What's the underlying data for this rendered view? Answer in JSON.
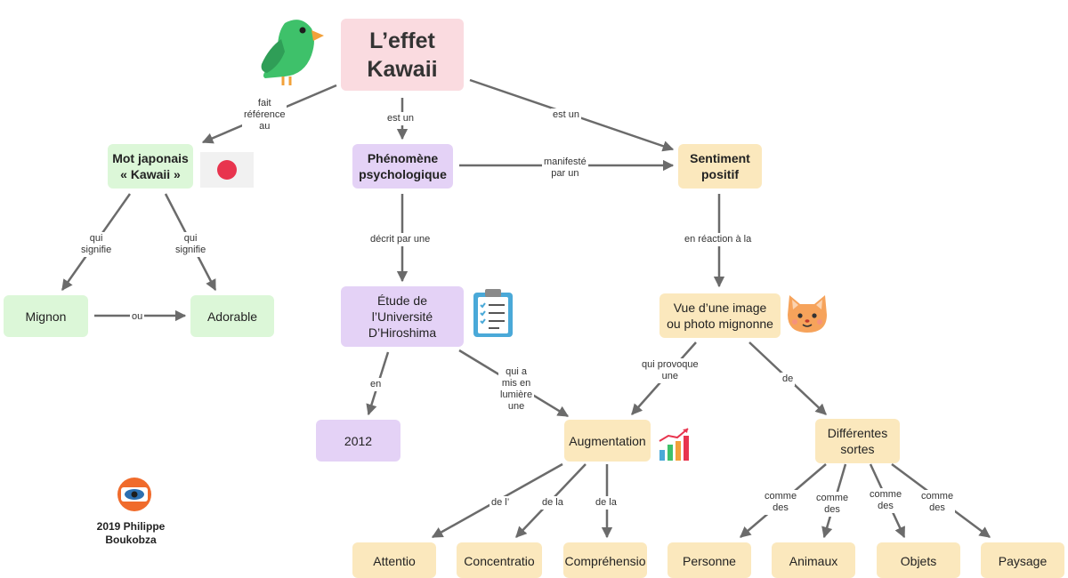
{
  "nodes": {
    "kawaii_title": "L’effet\nKawaii",
    "mot_japonais": "Mot japonais\n« Kawaii »",
    "phenomene": "Phénomène\npsychologique",
    "sentiment": "Sentiment\npositif",
    "mignon": "Mignon",
    "adorable": "Adorable",
    "etude": "Étude de\nl’Université\nD’Hiroshima",
    "vue_image": "Vue d’une image\nou photo mignonne",
    "annee": "2012",
    "augmentation": "Augmentation",
    "differentes": "Différentes\nsortes",
    "attention": "Attentio",
    "concentration": "Concentratio",
    "comprehension": "Compréhensio",
    "personnes": "Personne",
    "animaux": "Animaux",
    "objets": "Objets",
    "paysages": "Paysage"
  },
  "edge_labels": {
    "fait_reference": "fait\nréférence\nau",
    "est_un_1": "est un",
    "est_un_2": "est un",
    "manifeste": "manifesté\npar un",
    "qui_signifie_1": "qui\nsignifie",
    "qui_signifie_2": "qui\nsignifie",
    "ou": "ou",
    "decrit": "décrit par une",
    "en_reaction": "en réaction à la",
    "en": "en",
    "mis_en_lumiere": "qui a\nmis en\nlumière\nune",
    "provoque": "qui provoque\nune",
    "de": "de",
    "de_l": "de l’",
    "de_la_1": "de la",
    "de_la_2": "de la",
    "comme_des_1": "comme\ndes",
    "comme_des_2": "comme\ndes",
    "comme_des_3": "comme\ndes",
    "comme_des_4": "comme\ndes"
  },
  "credit": "2019 Philippe\nBoukobza",
  "icons": [
    "parrot-icon",
    "japan-flag-icon",
    "clipboard-checklist-icon",
    "cat-face-icon",
    "bar-chart-icon",
    "eye-logo-icon"
  ],
  "colors": {
    "pink": "#fadbe0",
    "green": "#dcf7d8",
    "purple": "#e4d2f6",
    "yellow": "#fbe8bd",
    "edge": "#6b6b6b",
    "flag_red": "#e8344e",
    "parrot": "#3ec16a"
  }
}
